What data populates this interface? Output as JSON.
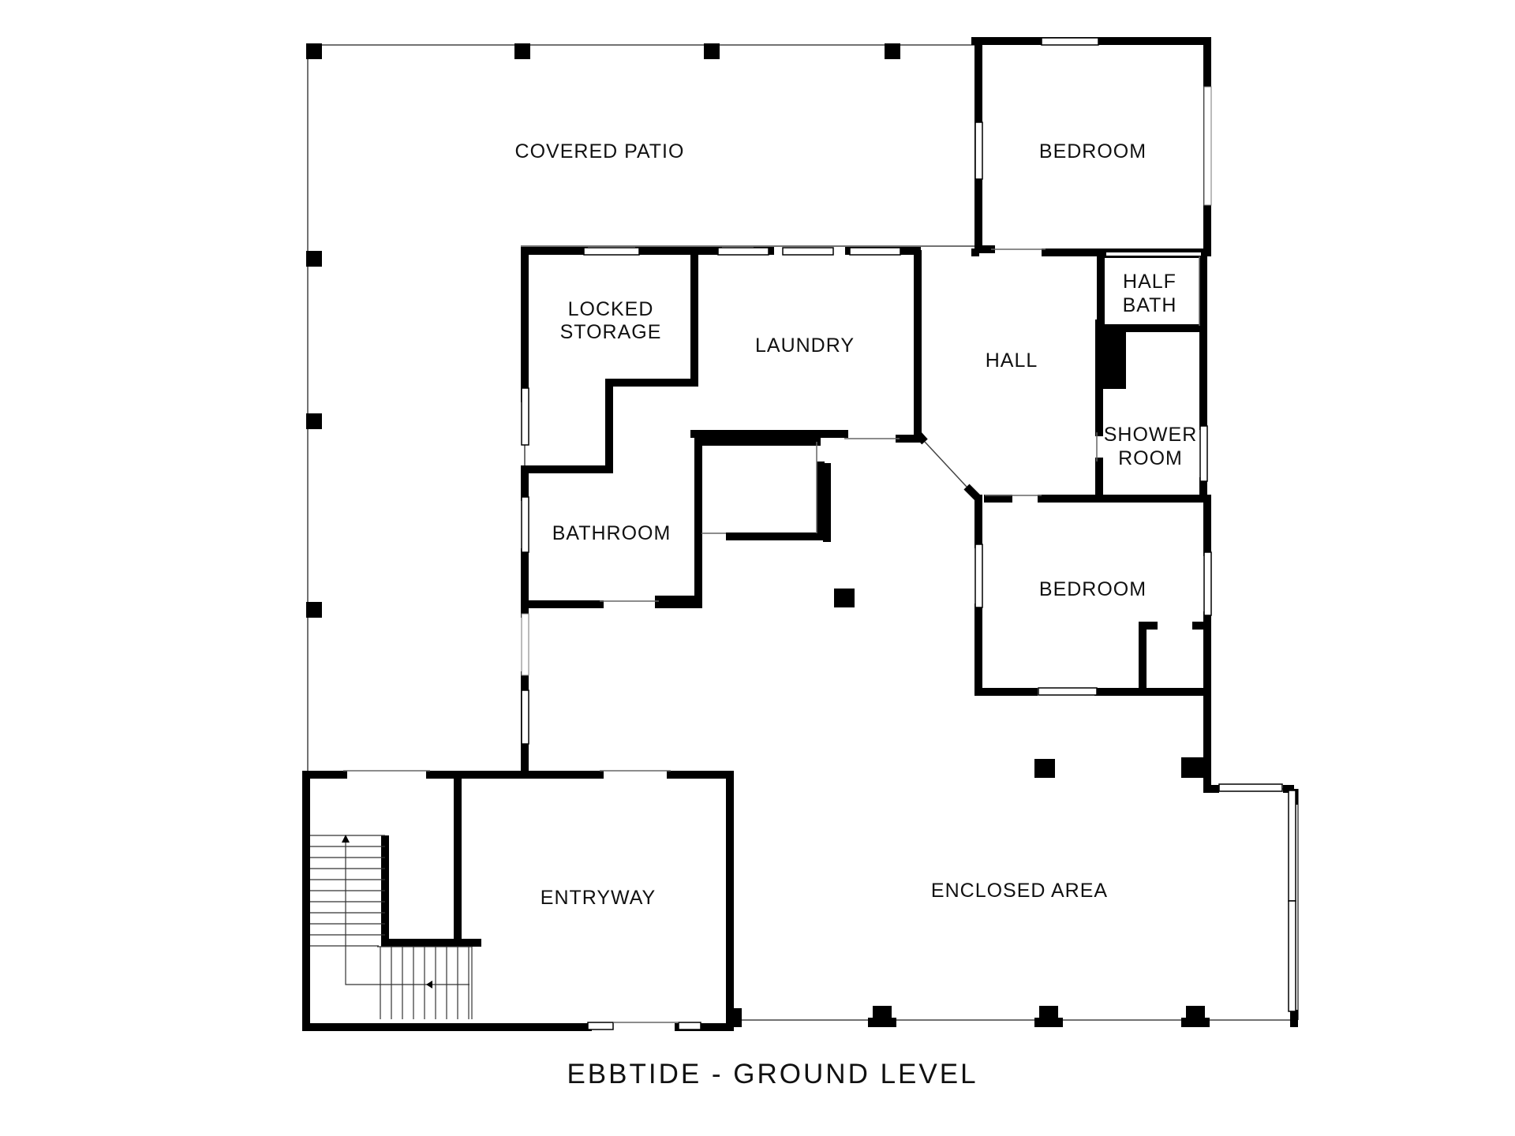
{
  "title": "EBBTIDE - GROUND LEVEL",
  "colors": {
    "wall": "#000000",
    "background": "#ffffff",
    "thin_line": "#444444"
  },
  "rooms": {
    "covered_patio": "COVERED PATIO",
    "bedroom_top": "BEDROOM",
    "locked_storage_1": "LOCKED",
    "locked_storage_2": "STORAGE",
    "laundry": "LAUNDRY",
    "hall": "HALL",
    "half_bath_1": "HALF",
    "half_bath_2": "BATH",
    "shower_room_1": "SHOWER",
    "shower_room_2": "ROOM",
    "bathroom": "BATHROOM",
    "bedroom_mid": "BEDROOM",
    "entryway": "ENTRYWAY",
    "enclosed_area": "ENCLOSED AREA"
  }
}
